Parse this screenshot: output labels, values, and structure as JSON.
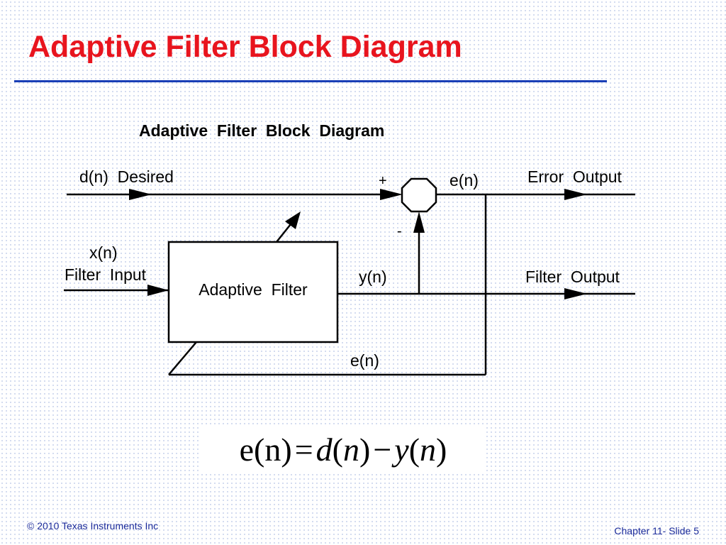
{
  "slide": {
    "title": "Adaptive Filter Block Diagram"
  },
  "diagram": {
    "heading": "Adaptive  Filter  Block  Diagram",
    "desired_label": "d(n)  Desired",
    "plus_sign": "+",
    "minus_sign": "-",
    "sum_output_label": "e(n)",
    "error_output_label": "Error  Output",
    "input_signal_label": "x(n)",
    "input_label": "Filter  Input",
    "filter_block_label": "Adaptive  Filter",
    "filter_output_signal_label": "y(n)",
    "filter_output_label": "Filter  Output",
    "feedback_label": "e(n)"
  },
  "equation": {
    "lhs": "e(n)",
    "equals": "=",
    "term1_fn": "d",
    "term1_arg": "n",
    "minus": "−",
    "term2_fn": "y",
    "term2_arg": "n"
  },
  "footer": {
    "copyright": "© 2010 Texas Instruments Inc",
    "slide_number": "Chapter 11- Slide 5"
  },
  "colors": {
    "title": "#e8141e",
    "rule": "#1a3fb6",
    "footer_text": "#1a2a9a"
  }
}
